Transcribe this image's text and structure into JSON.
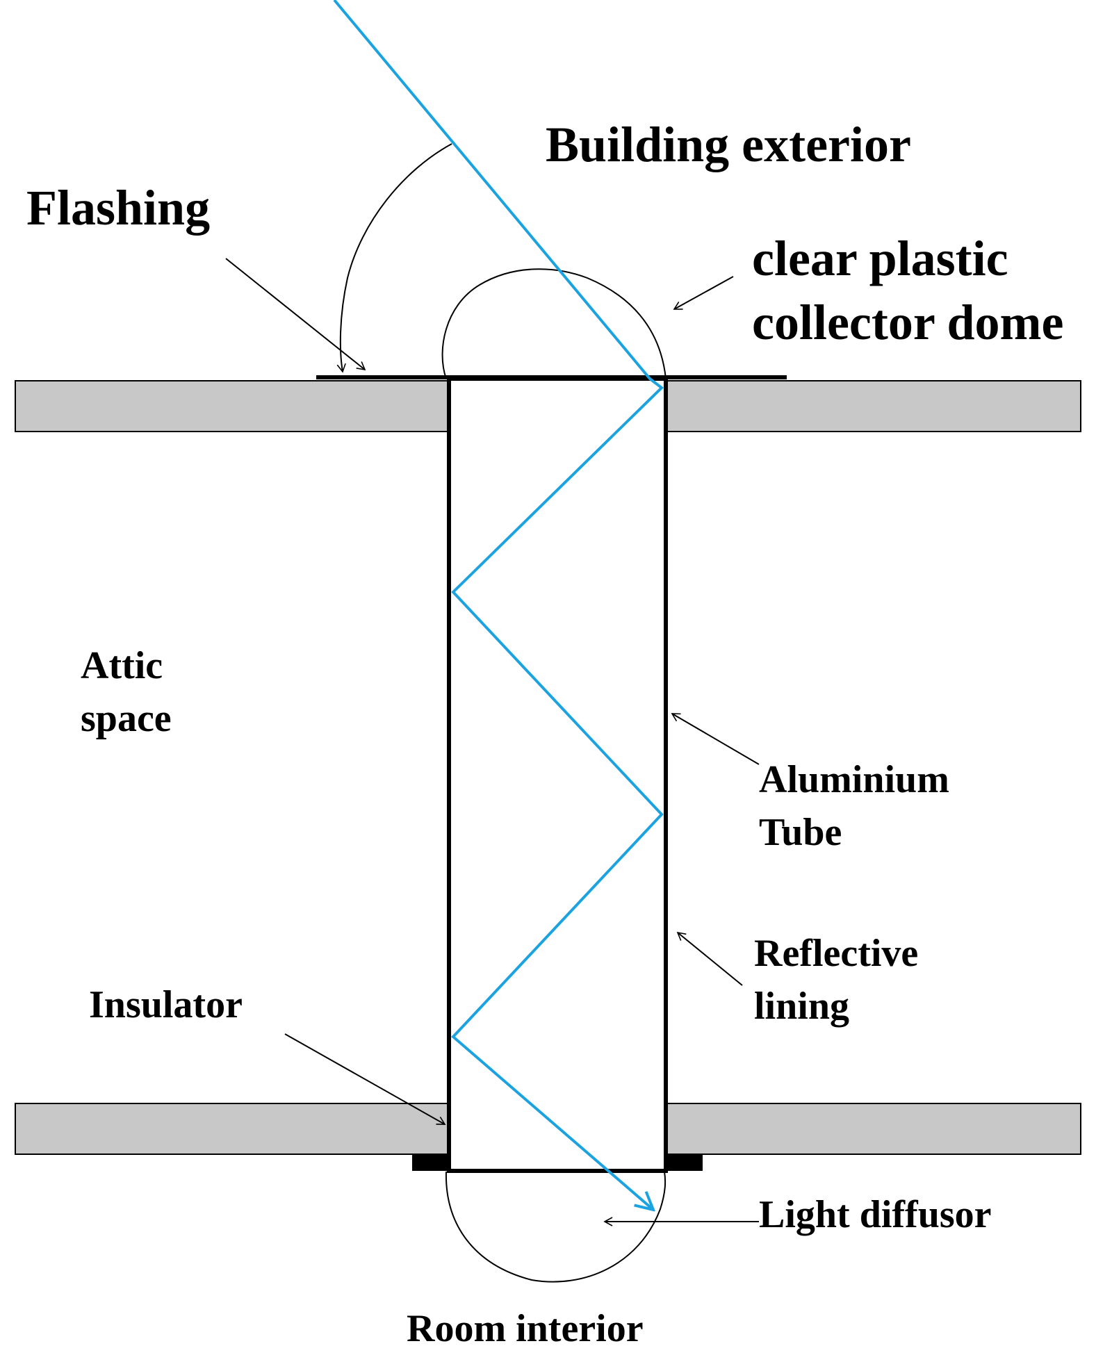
{
  "labels": {
    "building_exterior": "Building exterior",
    "flashing": "Flashing",
    "dome_line1": "clear plastic",
    "dome_line2": "collector dome",
    "attic_line1": "Attic",
    "attic_line2": "space",
    "tube_line1": "Aluminium",
    "tube_line2": "Tube",
    "lining_line1": "Reflective",
    "lining_line2": "lining",
    "insulator": "Insulator",
    "light_diffusor": "Light diffusor",
    "room_interior": "Room interior"
  },
  "colors": {
    "light_ray": "#1aa3e0",
    "slab_fill": "#c8c8c8",
    "outline": "#000000",
    "background": "#ffffff"
  }
}
